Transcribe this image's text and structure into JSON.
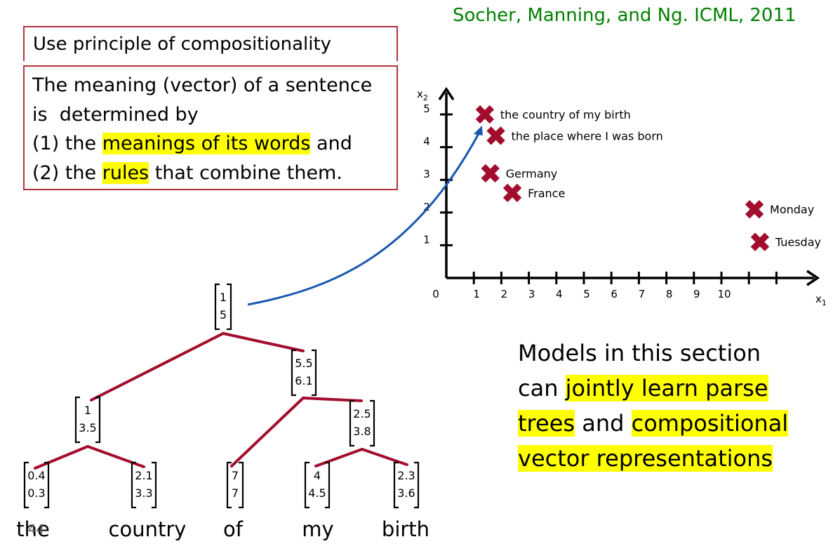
{
  "citation": "Socher, Manning, and Ng. ICML, 2011",
  "principle": {
    "header": "Use principle of compositionality",
    "lines": [
      [
        {
          "t": "The meaning (vector) of a sentence",
          "hl": false
        }
      ],
      [
        {
          "t": "is  determined by",
          "hl": false
        }
      ],
      [
        {
          "t": "(1) the ",
          "hl": false
        },
        {
          "t": "meanings of its words",
          "hl": true
        },
        {
          "t": " and",
          "hl": false
        }
      ],
      [
        {
          "t": "(2) the ",
          "hl": false
        },
        {
          "t": "rules",
          "hl": true
        },
        {
          "t": " that combine them.",
          "hl": false
        }
      ]
    ]
  },
  "models_text": {
    "lines": [
      [
        {
          "t": "Models in this section",
          "hl": false
        }
      ],
      [
        {
          "t": "can ",
          "hl": false
        },
        {
          "t": "jointly learn parse",
          "hl": true
        }
      ],
      [
        {
          "t": "trees",
          "hl": true
        },
        {
          "t": " and ",
          "hl": false
        },
        {
          "t": "compositional",
          "hl": true
        }
      ],
      [
        {
          "t": "vector representations",
          "hl": true
        }
      ]
    ]
  },
  "colors": {
    "tree_edge": "#a30d2d",
    "marker": "#a30d2d",
    "arrow": "#1a56b0",
    "citation": "#008000",
    "highlight": "#ffff00",
    "box_border": "#b2323c"
  },
  "tree": {
    "words": [
      "the",
      "country",
      "of",
      "my",
      "birth"
    ],
    "leaf_vectors": [
      [
        "0.4",
        "0.3"
      ],
      [
        "2.1",
        "3.3"
      ],
      [
        "7",
        "7"
      ],
      [
        "4",
        "4.5"
      ],
      [
        "2.3",
        "3.6"
      ]
    ],
    "internal_vectors": {
      "root": [
        "1",
        "5"
      ],
      "np_the_country": [
        "1",
        "3.5"
      ],
      "pp_of_my_birth": [
        "5.5",
        "6.1"
      ],
      "np_my_birth": [
        "2.5",
        "3.8"
      ]
    }
  },
  "page_number": "44",
  "chart_data": {
    "type": "scatter",
    "xlabel": "x1",
    "ylabel": "x2",
    "x_ticks": [
      "0",
      "1",
      "2",
      "3",
      "4",
      "5",
      "6",
      "7",
      "8",
      "9",
      "10"
    ],
    "y_ticks": [
      "1",
      "2",
      "3",
      "4",
      "5"
    ],
    "xlim": [
      0,
      13.5
    ],
    "ylim": [
      0,
      5.5
    ],
    "points": [
      {
        "label": "the country of my birth",
        "x": 1.4,
        "y": 5.0
      },
      {
        "label": "the place where I was born",
        "x": 1.8,
        "y": 4.35
      },
      {
        "label": "Germany",
        "x": 1.6,
        "y": 3.2
      },
      {
        "label": "France",
        "x": 2.4,
        "y": 2.6
      },
      {
        "label": "Monday",
        "x": 11.2,
        "y": 2.1
      },
      {
        "label": "Tuesday",
        "x": 11.4,
        "y": 1.1
      }
    ],
    "arrow_from": "tree.internal_vectors.root",
    "arrow_to": "the country of my birth"
  }
}
